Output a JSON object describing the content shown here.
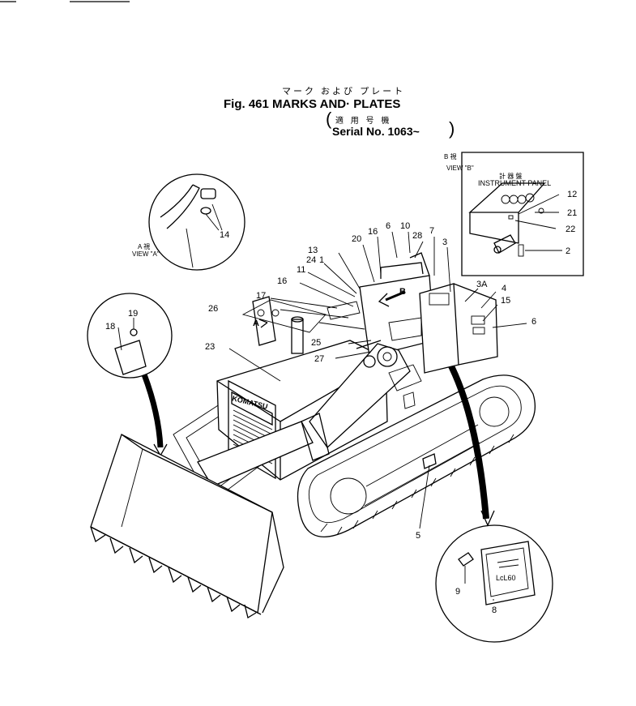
{
  "header": {
    "title_jp": "マーク および プレート",
    "title": "Fig. 461 MARKS AND· PLATES",
    "applicable_jp": "適 用 号 機",
    "serial": "Serial No. 1063~"
  },
  "view_a": {
    "label_jp": "A 視",
    "label": "VIEW \"A\""
  },
  "view_b": {
    "label_jp": "B 視",
    "label": "VIEW \"B\"",
    "panel_jp": "計 器 盤",
    "panel": "INSTRUMENT PANEL"
  },
  "callouts": {
    "c2": "2",
    "c3": "3",
    "c3a": "3A",
    "c4": "4",
    "c5": "5",
    "c6a": "6",
    "c6b": "6",
    "c7": "7",
    "c8": "8",
    "c9": "9",
    "c10": "10",
    "c11": "11",
    "c12": "12",
    "c13": "13",
    "c14": "14",
    "c15": "15",
    "c16a": "16",
    "c16b": "16",
    "c17": "17",
    "c18": "18",
    "c19": "19",
    "c20": "20",
    "c21": "21",
    "c22": "22",
    "c23": "23",
    "c24": "24",
    "c25": "25",
    "c26": "26",
    "c27": "27",
    "c28": "28"
  },
  "arrows": {
    "a": "A",
    "b": "B"
  },
  "grille_brand": "KOMATSU",
  "plate_text": "LcL60"
}
